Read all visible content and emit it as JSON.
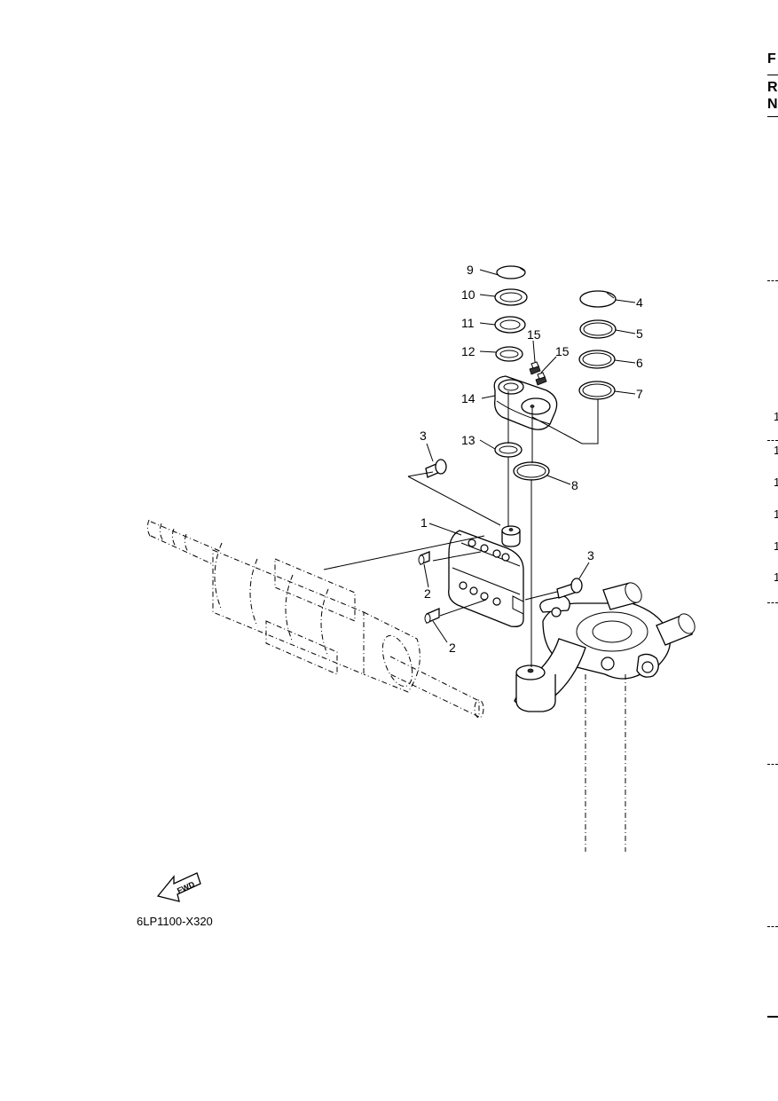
{
  "figure_code": "6LP1100-X320",
  "fwd_label": "FWD",
  "side_letters": [
    "F",
    "R",
    "N"
  ],
  "side_numbers": [
    "1",
    "1",
    "1",
    "1",
    "1",
    "1"
  ],
  "callouts": {
    "c1": "1",
    "c2a": "2",
    "c2b": "2",
    "c3a": "3",
    "c3b": "3",
    "c4": "4",
    "c5": "5",
    "c6": "6",
    "c7": "7",
    "c8": "8",
    "c9": "9",
    "c10": "10",
    "c11": "11",
    "c12": "12",
    "c13": "13",
    "c14": "14",
    "c15a": "15",
    "c15b": "15"
  }
}
